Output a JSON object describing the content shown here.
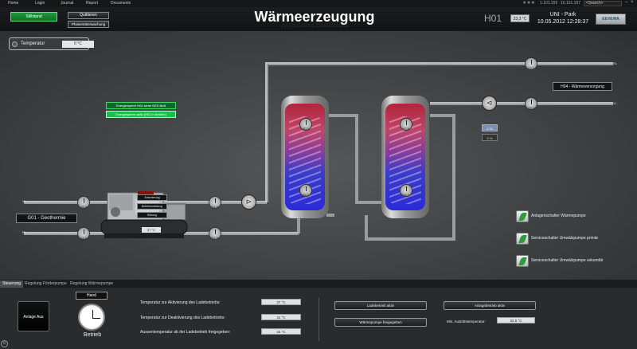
{
  "nav": {
    "items": [
      "Home",
      "Login",
      "Journal",
      "Report",
      "Documents"
    ],
    "ip_address": "10.101.157",
    "search_placeholder": "<Search>",
    "version": "1.101.155"
  },
  "header": {
    "status_button": "Stillstand",
    "ack_button": "Quittieren",
    "phase_button": "Phasenüberwachung",
    "title": "Wärmeerzeugung",
    "unit_code": "H01",
    "unit_temp": "23,3 °C",
    "site_name": "UNI - Park",
    "datetime": "10.05.2012 12:28:37",
    "logo": "EEVEWA"
  },
  "temperature": {
    "label": "Temperatur",
    "value": "0 °C"
  },
  "locks": {
    "lock1": "Energiesperre H01 wenn KES läuft",
    "lock2": "Energiesperre aktiv (H01 in Betrieb)"
  },
  "gauges": {
    "g_top_right_1": "23,0",
    "g_top_right_2": "28,0",
    "g_left_top": "15,9",
    "g_left_bottom": "14,1",
    "g_mid_top": "21,9",
    "g_mid_bottom": "21,9",
    "tank1_top": "30,0",
    "tank1_bottom": "26,0",
    "tank2_top": "27,5",
    "tank2_bottom": "26,9"
  },
  "labels": {
    "geothermie": "G01 - Geothermie",
    "waermeversorgung": "H04 - Wärmeversorgung",
    "pipe_rl": "RL",
    "pipe_vl": "VL",
    "pct1": "0 %",
    "pct2": "0 %"
  },
  "chiller": {
    "anforderung": "Anforderung",
    "betriebsmeldung": "Betriebsmeldung",
    "stoerung": "Störung",
    "temp": "37 °C"
  },
  "switches": [
    "Anlagenschalter Wärmepumpe",
    "Serviceschalter Umwälzpumpe primär",
    "Serviceschalter Umwälzpumpe sekundär"
  ],
  "tabs": [
    "Steuerung",
    "Regelung Förderpumpe",
    "Regelung Wärmepumpe"
  ],
  "bottom": {
    "anlage_aus": "Anlage Aus",
    "hand": "Hand",
    "betrieb": "Betrieb",
    "param1_label": "Temperatur zur Aktivierung des Ladebetriebs:",
    "param1_value": "37 °C",
    "param2_label": "Temperatur zur Deaktivierung des Ladebetriebs:",
    "param2_value": "41 °C",
    "param3_label": "Aussentemperatur ab der Ladebetrieb freigegeben:",
    "param3_value": "22 °C",
    "ladebetrieb": "Ladebetrieb aktiv",
    "waermepumpe_frei": "Wärmepumpe freigegeben",
    "anlagebetrieb": "Anlagebetrieb aktiv",
    "min_austritt_label": "Min. Austrittstemperatur:",
    "min_austritt_value": "32,5 °C"
  }
}
